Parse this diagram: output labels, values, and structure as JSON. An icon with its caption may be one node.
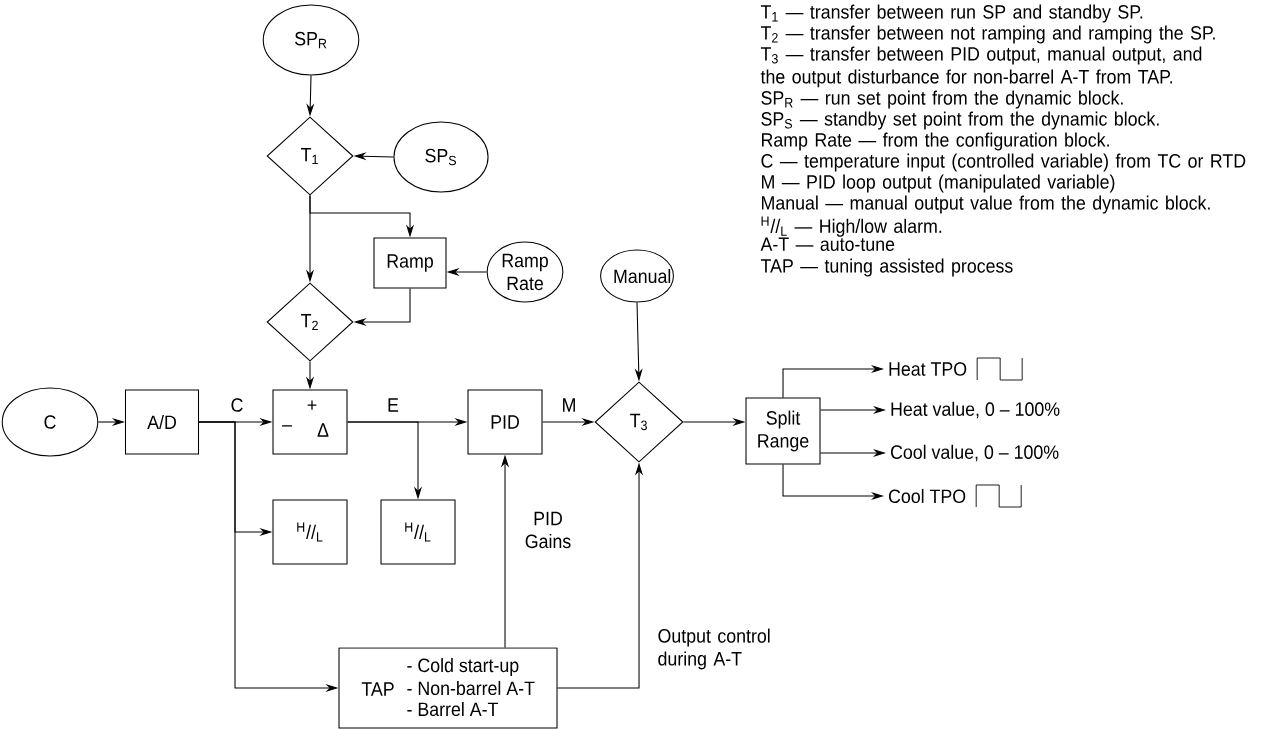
{
  "diagram": {
    "nodes": [
      {
        "text": [
          "SP$_{R}$"
        ]
      },
      {
        "text": [
          "T$_{1}$"
        ]
      },
      {
        "text": [
          "SP$_{S}$"
        ]
      },
      {
        "text": [
          "Ramp"
        ]
      },
      {
        "text": [
          "Ramp Rate"
        ]
      },
      {
        "text": [
          "T$_{2}$"
        ]
      },
      {
        "text": [
          "C"
        ]
      },
      {
        "text": [
          "A/D"
        ]
      },
      {
        "text": [
          "+",
          "–",
          "Δ"
        ]
      },
      {
        "text": [
          "PID"
        ]
      },
      {
        "text": [
          "Manual"
        ]
      },
      {
        "text": [
          "T$_{3}$"
        ]
      },
      {
        "text": [
          "Split Range"
        ]
      },
      {
        "text": [
          "$^{H}$//$_{L}$"
        ]
      },
      {
        "text": [
          "$^{H}$//$_{L}$"
        ]
      },
      {
        "text": [
          "TAP",
          "- Cold start-up",
          "- Non-barrel A-T",
          "- Barrel A-T"
        ]
      },
      {
        "text": [
          "Heat TPO"
        ]
      },
      {
        "text": [
          "Heat value, 0 – 100%"
        ]
      },
      {
        "text": [
          "Cool value, 0 – 100%"
        ]
      },
      {
        "text": [
          "Cool TPO"
        ]
      }
    ],
    "edges": [
      {
        "from": 0,
        "to": 1,
        "arrow": "to"
      },
      {
        "from": 2,
        "to": 1,
        "arrow": "to"
      },
      {
        "from": 1,
        "to": 5,
        "arrow": "to"
      },
      {
        "from": 1,
        "to": 3,
        "arrow": "to"
      },
      {
        "from": 4,
        "to": 3,
        "arrow": "to"
      },
      {
        "from": 3,
        "to": 5,
        "arrow": "to"
      },
      {
        "from": 5,
        "to": 8,
        "arrow": "to"
      },
      {
        "from": 6,
        "to": 7,
        "arrow": "to"
      },
      {
        "from": 7,
        "to": 8,
        "arrow": "to",
        "label": "C"
      },
      {
        "from": 7,
        "to": 13,
        "arrow": "to"
      },
      {
        "from": 7,
        "to": 15,
        "arrow": "to"
      },
      {
        "from": 8,
        "to": 9,
        "arrow": "to",
        "label": "E"
      },
      {
        "from": 8,
        "to": 14,
        "arrow": "to"
      },
      {
        "from": 9,
        "to": 11,
        "arrow": "to",
        "label": "M"
      },
      {
        "from": 10,
        "to": 11,
        "arrow": "to"
      },
      {
        "from": 11,
        "to": 12,
        "arrow": "to"
      },
      {
        "from": 15,
        "to": 9,
        "arrow": "to",
        "label": "PID Gains"
      },
      {
        "from": 15,
        "to": 11,
        "arrow": "to",
        "label": "Output control during A-T"
      },
      {
        "from": 12,
        "to": 16,
        "arrow": "to"
      },
      {
        "from": 12,
        "to": 17,
        "arrow": "to"
      },
      {
        "from": 12,
        "to": 18,
        "arrow": "to"
      },
      {
        "from": 12,
        "to": 19,
        "arrow": "to"
      }
    ],
    "labels": [
      "T$_{1}$ — transfer between run SP and standby SP.",
      "T$_{2}$ — transfer between not ramping and ramping the SP.",
      "T$_{3}$ — transfer between PID output, manual output, and the output disturbance for non-barrel A-T from TAP.",
      "SP$_{R}$ — run set point from the dynamic block.",
      "SP$_{S}$ — standby set point from the dynamic block.",
      "Ramp Rate — from the configuration block.",
      "C — temperature input (controlled variable) from TC or RTD",
      "M — PID loop output (manipulated variable)",
      "Manual — manual output value from the dynamic block.",
      "$^{H}$//$_{L}$ — High/low alarm.",
      "A-T — auto-tune",
      "TAP — tuning assisted process"
    ]
  }
}
